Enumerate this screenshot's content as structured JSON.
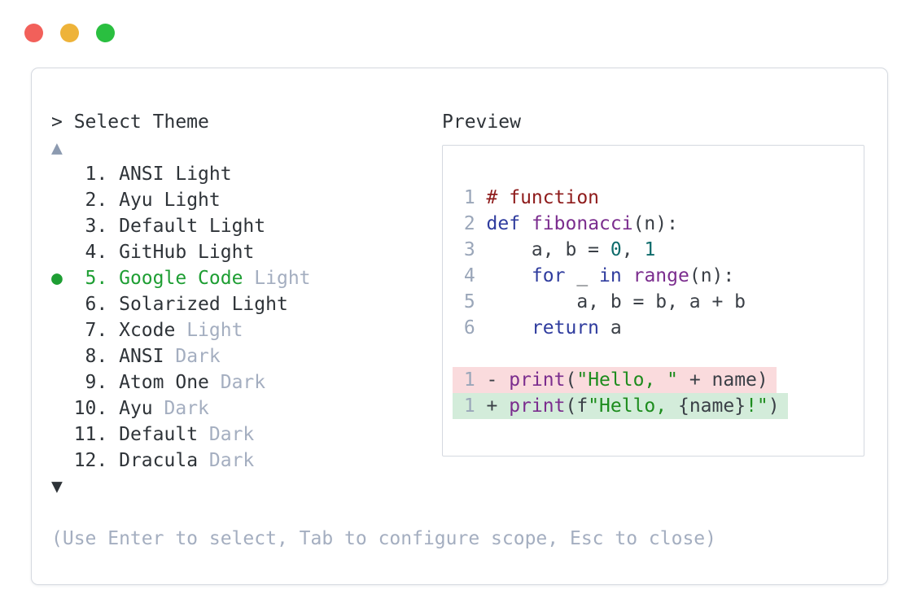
{
  "window": {
    "traffic_lights": [
      {
        "name": "close",
        "color": "#f2605a"
      },
      {
        "name": "minimize",
        "color": "#eeb339"
      },
      {
        "name": "zoom",
        "color": "#2abf40"
      }
    ]
  },
  "theme_picker": {
    "title": "> Select Theme",
    "scroll_up_icon": "▲",
    "scroll_down_icon": "▼",
    "items": [
      {
        "num": 1,
        "name": "ANSI",
        "variant": "Light",
        "variant_muted": false,
        "selected": false
      },
      {
        "num": 2,
        "name": "Ayu",
        "variant": "Light",
        "variant_muted": false,
        "selected": false
      },
      {
        "num": 3,
        "name": "Default",
        "variant": "Light",
        "variant_muted": false,
        "selected": false
      },
      {
        "num": 4,
        "name": "GitHub",
        "variant": "Light",
        "variant_muted": false,
        "selected": false
      },
      {
        "num": 5,
        "name": "Google Code",
        "variant": "Light",
        "variant_muted": true,
        "selected": true
      },
      {
        "num": 6,
        "name": "Solarized",
        "variant": "Light",
        "variant_muted": false,
        "selected": false
      },
      {
        "num": 7,
        "name": "Xcode",
        "variant": "Light",
        "variant_muted": true,
        "selected": false
      },
      {
        "num": 8,
        "name": "ANSI",
        "variant": "Dark",
        "variant_muted": true,
        "selected": false
      },
      {
        "num": 9,
        "name": "Atom One",
        "variant": "Dark",
        "variant_muted": true,
        "selected": false
      },
      {
        "num": 10,
        "name": "Ayu",
        "variant": "Dark",
        "variant_muted": true,
        "selected": false
      },
      {
        "num": 11,
        "name": "Default",
        "variant": "Dark",
        "variant_muted": true,
        "selected": false
      },
      {
        "num": 12,
        "name": "Dracula",
        "variant": "Dark",
        "variant_muted": true,
        "selected": false
      }
    ],
    "hint": "(Use Enter to select, Tab to configure scope, Esc to close)"
  },
  "preview": {
    "title": "Preview",
    "code_lines": [
      {
        "num": "1",
        "tokens": [
          {
            "text": "# function",
            "type": "comment"
          }
        ]
      },
      {
        "num": "2",
        "tokens": [
          {
            "text": "def",
            "type": "keyword"
          },
          {
            "text": " ",
            "type": "plain"
          },
          {
            "text": "fibonacci",
            "type": "function"
          },
          {
            "text": "(n):",
            "type": "plain"
          }
        ]
      },
      {
        "num": "3",
        "tokens": [
          {
            "text": "    a, b = ",
            "type": "plain"
          },
          {
            "text": "0",
            "type": "number"
          },
          {
            "text": ", ",
            "type": "plain"
          },
          {
            "text": "1",
            "type": "number"
          }
        ]
      },
      {
        "num": "4",
        "tokens": [
          {
            "text": "    ",
            "type": "plain"
          },
          {
            "text": "for",
            "type": "keyword"
          },
          {
            "text": " _ ",
            "type": "plain"
          },
          {
            "text": "in",
            "type": "keyword"
          },
          {
            "text": " ",
            "type": "plain"
          },
          {
            "text": "range",
            "type": "function"
          },
          {
            "text": "(n):",
            "type": "plain"
          }
        ]
      },
      {
        "num": "5",
        "tokens": [
          {
            "text": "        a, b = b, a + b",
            "type": "plain"
          }
        ]
      },
      {
        "num": "6",
        "tokens": [
          {
            "text": "    ",
            "type": "plain"
          },
          {
            "text": "return",
            "type": "keyword"
          },
          {
            "text": " a",
            "type": "plain"
          }
        ]
      }
    ],
    "diff_lines": [
      {
        "num": "1",
        "sign": "-",
        "kind": "removed",
        "tokens": [
          {
            "text": "print",
            "type": "function"
          },
          {
            "text": "(",
            "type": "plain"
          },
          {
            "text": "\"Hello, \"",
            "type": "string"
          },
          {
            "text": " + name)",
            "type": "plain"
          }
        ]
      },
      {
        "num": "1",
        "sign": "+",
        "kind": "added",
        "tokens": [
          {
            "text": "print",
            "type": "function"
          },
          {
            "text": "(f",
            "type": "plain"
          },
          {
            "text": "\"Hello, ",
            "type": "string"
          },
          {
            "text": "{name}",
            "type": "plain"
          },
          {
            "text": "!\"",
            "type": "string"
          },
          {
            "text": ")",
            "type": "plain"
          }
        ]
      }
    ]
  },
  "colors": {
    "accent_green": "#1e9e33",
    "text_dark": "#2e3338",
    "text_muted": "#a4aec0",
    "panel_border": "#d5d9e0",
    "scroll_up": "#8c9ab0",
    "line_number": "#9aa6b9",
    "traffic": {
      "red": "#f2605a",
      "yellow": "#eeb339",
      "green": "#2abf40"
    },
    "syntax": {
      "plain": "#3a3f46",
      "comment": "#8e1b1b",
      "keyword": "#2f3c9e",
      "function": "#7b2d8e",
      "number": "#0e6b6b",
      "string": "#1d8c1d"
    },
    "diff": {
      "removed_bg": "#fadbdd",
      "added_bg": "#d3ecda"
    }
  }
}
